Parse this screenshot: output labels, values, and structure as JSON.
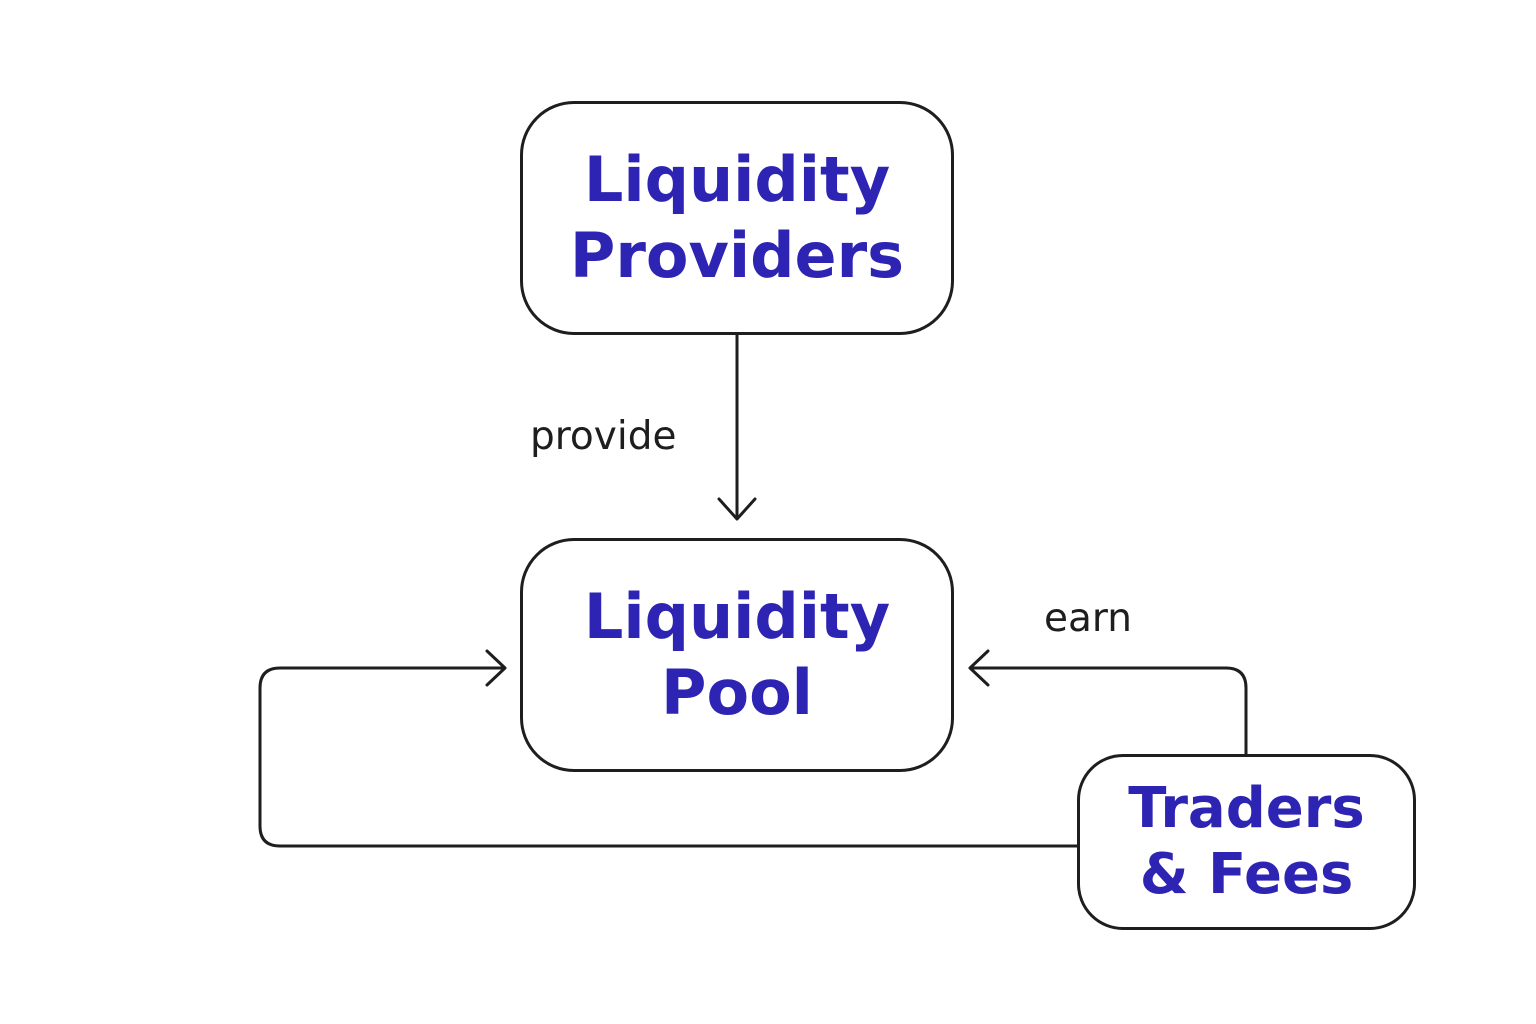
{
  "nodes": {
    "liquidity_providers": {
      "line1": "Liquidity",
      "line2": "Providers"
    },
    "liquidity_pool": {
      "line1": "Liquidity",
      "line2": "Pool"
    },
    "traders_fees": {
      "line1": "Traders",
      "line2": "& Fees"
    }
  },
  "edges": {
    "provide": "provide",
    "earn": "earn"
  },
  "colors": {
    "node_text": "#2e24b4",
    "stroke": "#1e1e1e",
    "background": "#ffffff"
  }
}
